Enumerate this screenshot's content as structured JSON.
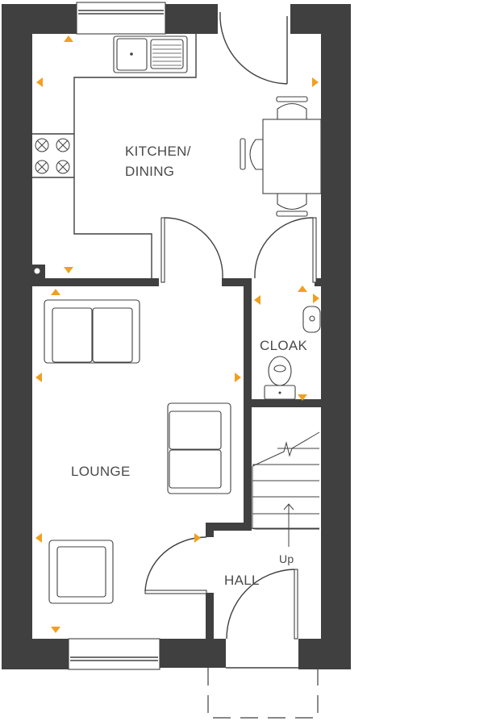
{
  "rooms": {
    "kitchen_line1": "KITCHEN/",
    "kitchen_line2": "DINING",
    "cloak": "CLOAK",
    "lounge": "LOUNGE",
    "hall": "HALL",
    "stairs_direction": "Up"
  },
  "colors": {
    "wall": "#404040",
    "marker": "#f0a020",
    "background": "#ffffff"
  }
}
